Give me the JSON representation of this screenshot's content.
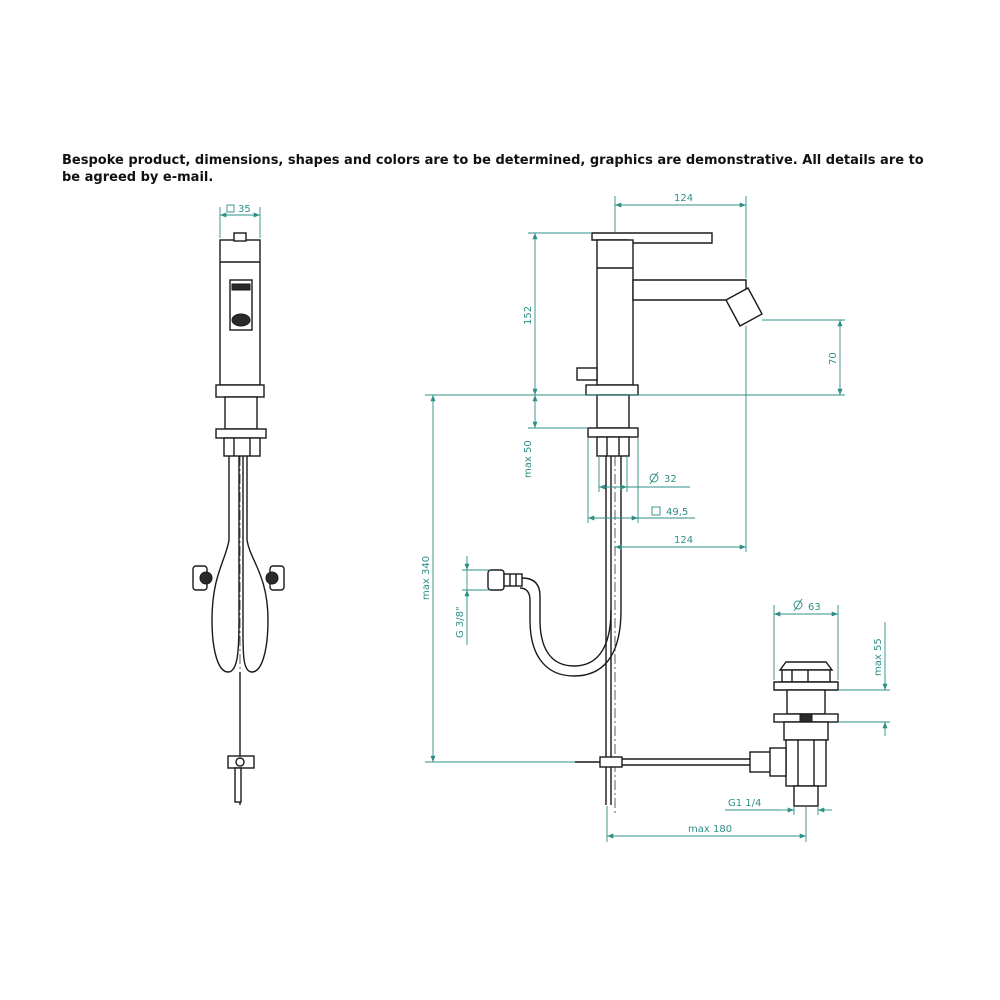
{
  "notice": "Bespoke product, dimensions, shapes and colors are to be determined, graphics are demonstrative. All details are to be agreed by e-mail.",
  "dimensions": {
    "side_width": "35",
    "spout_reach_top": "124",
    "height_152": "152",
    "outlet_height": "70",
    "max_50": "max 50",
    "phi_32": "32",
    "sq_49_5": "49,5",
    "reach_bottom": "124",
    "max_340": "max 340",
    "g_3_8": "G 3/8\"",
    "phi_63": "63",
    "max_55": "max 55",
    "g1_1_4": "G1 1/4",
    "max_180": "max 180"
  },
  "colors": {
    "outline": "#1a1a1a",
    "dimension": "#2e8f86"
  }
}
